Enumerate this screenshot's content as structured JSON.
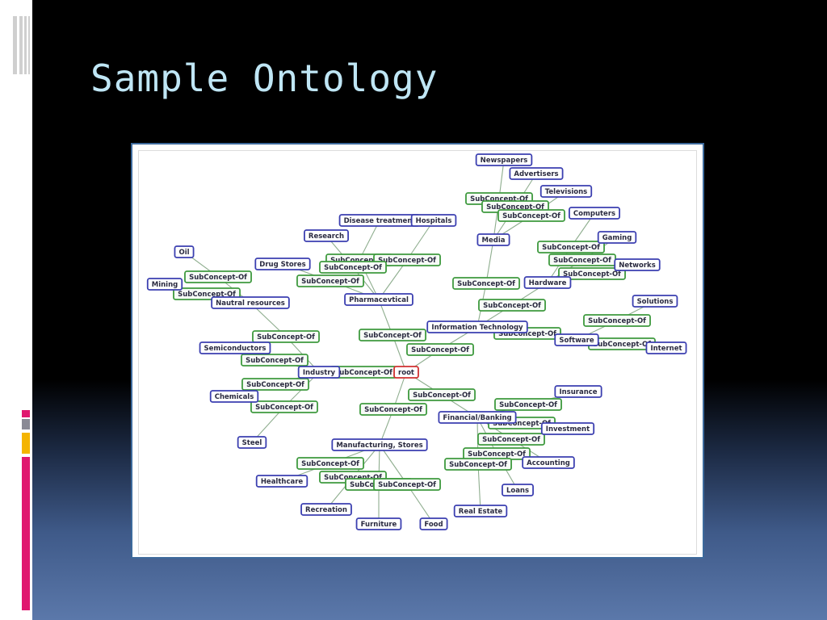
{
  "slide": {
    "title": "Sample Ontology"
  },
  "diagram": {
    "concepts": [
      {
        "id": "root",
        "label": "root",
        "kind": "root"
      },
      {
        "id": "newspapers",
        "label": "Newspapers"
      },
      {
        "id": "advertisers",
        "label": "Advertisers"
      },
      {
        "id": "televisions",
        "label": "Televisions"
      },
      {
        "id": "computers",
        "label": "Computers"
      },
      {
        "id": "gaming",
        "label": "Gaming"
      },
      {
        "id": "networks",
        "label": "Networks"
      },
      {
        "id": "hardware",
        "label": "Hardware"
      },
      {
        "id": "media",
        "label": "Media"
      },
      {
        "id": "disease",
        "label": "Disease treatment"
      },
      {
        "id": "hospitals",
        "label": "Hospitals"
      },
      {
        "id": "research",
        "label": "Research"
      },
      {
        "id": "oil",
        "label": "Oil"
      },
      {
        "id": "drugstores",
        "label": "Drug Stores"
      },
      {
        "id": "mining",
        "label": "Mining"
      },
      {
        "id": "natural",
        "label": "Nautral resources"
      },
      {
        "id": "pharma",
        "label": "Pharmacevtical"
      },
      {
        "id": "infotech",
        "label": "Information Technology"
      },
      {
        "id": "solutions",
        "label": "Solutions"
      },
      {
        "id": "software",
        "label": "Software"
      },
      {
        "id": "internet",
        "label": "Internet"
      },
      {
        "id": "semis",
        "label": "Semiconductors"
      },
      {
        "id": "industry",
        "label": "Industry"
      },
      {
        "id": "chemicals",
        "label": "Chemicals"
      },
      {
        "id": "steel",
        "label": "Steel"
      },
      {
        "id": "insurance",
        "label": "Insurance"
      },
      {
        "id": "financial",
        "label": "Financial/Banking"
      },
      {
        "id": "investment",
        "label": "Investment"
      },
      {
        "id": "accounting",
        "label": "Accounting"
      },
      {
        "id": "loans",
        "label": "Loans"
      },
      {
        "id": "realestate",
        "label": "Real Estate"
      },
      {
        "id": "manufacturing",
        "label": "Manufacturing, Stores"
      },
      {
        "id": "healthcare",
        "label": "Healthcare"
      },
      {
        "id": "recreation",
        "label": "Recreation"
      },
      {
        "id": "furniture",
        "label": "Furniture"
      },
      {
        "id": "food",
        "label": "Food"
      }
    ],
    "relation_label": "SubConcept-Of",
    "relations": [
      {
        "id": "r1",
        "label": "SubConcept-Of"
      },
      {
        "id": "r2",
        "label": "SubConcept-Of"
      },
      {
        "id": "r3",
        "label": "SubConcept-Of"
      },
      {
        "id": "r4",
        "label": "SubConcept-Of"
      },
      {
        "id": "r5",
        "label": "SubConcept-Of"
      },
      {
        "id": "r6",
        "label": "SubConcept-Of"
      },
      {
        "id": "r7",
        "label": "SubConcept-Of"
      },
      {
        "id": "r8",
        "label": "SubConcept-Of"
      },
      {
        "id": "r9",
        "label": "SubConcept-Of"
      },
      {
        "id": "r10",
        "label": "SubConcept-Of"
      },
      {
        "id": "r11",
        "label": "SubConcept-Of"
      },
      {
        "id": "r12",
        "label": "SubConcept-Of"
      },
      {
        "id": "r13",
        "label": "SubConcept-Of"
      },
      {
        "id": "r14",
        "label": "SubConcept-Of"
      },
      {
        "id": "r15",
        "label": "SubConcept-Of"
      },
      {
        "id": "r16",
        "label": "SubConcept-Of"
      },
      {
        "id": "r17",
        "label": "SubConcept-Of"
      },
      {
        "id": "r18",
        "label": "SubConcept-Of"
      },
      {
        "id": "r19",
        "label": "SubConcept-Of"
      },
      {
        "id": "r20",
        "label": "SubConcept-Of"
      },
      {
        "id": "r21",
        "label": "SubConcept-Of"
      },
      {
        "id": "r22",
        "label": "SubConcept-Of"
      },
      {
        "id": "r23",
        "label": "SubConcept-Of"
      },
      {
        "id": "r24",
        "label": "SubConcept-Of"
      },
      {
        "id": "r25",
        "label": "SubConcept-Of"
      },
      {
        "id": "r26",
        "label": "SubConcept-Of"
      },
      {
        "id": "r27",
        "label": "SubConcept-Of"
      },
      {
        "id": "r28",
        "label": "SubConcept-Of"
      },
      {
        "id": "r29",
        "label": "SubConcept-Of"
      },
      {
        "id": "r30",
        "label": "SubConcept-Of"
      },
      {
        "id": "r31",
        "label": "SubConcept-Of"
      },
      {
        "id": "r32",
        "label": "SubConcept-Of"
      },
      {
        "id": "r33",
        "label": "SubConcept-Of"
      },
      {
        "id": "r34",
        "label": "SubConcept-Of"
      },
      {
        "id": "r35",
        "label": "SubConcept-Of"
      },
      {
        "id": "r36",
        "label": "SubConcept-Of"
      },
      {
        "id": "r37",
        "label": "SubConcept-Of"
      }
    ],
    "colors": {
      "concept_border": "#3b3fb0",
      "root_border": "#d03030",
      "relation_border": "#3f9a3f",
      "edge": "#8fae8f",
      "arrow": "#3a8a3a"
    }
  }
}
